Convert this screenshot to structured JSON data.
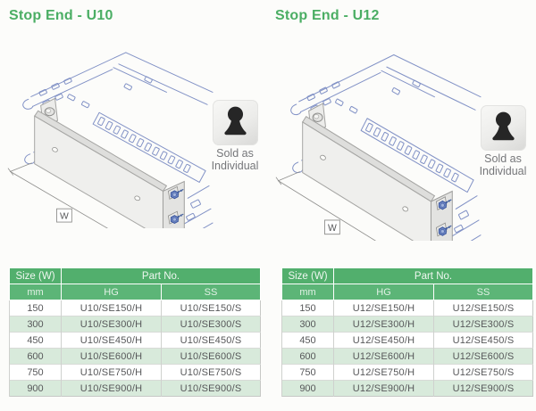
{
  "diagram": {
    "dimension_label": "W"
  },
  "colors": {
    "title_green": "#4BAE64",
    "table_header_green": "#52AF6D",
    "table_subheader_green": "#5CB577",
    "table_stripe_green": "#D8EADB",
    "drawing_line_blue": "#8292C6",
    "text_gray": "#57585A"
  },
  "panels": [
    {
      "title": "Stop End - U10",
      "sold_as": {
        "line1": "Sold as",
        "line2": "Individual"
      },
      "table": {
        "size_header": "Size (W)",
        "size_unit": "mm",
        "part_header": "Part No.",
        "hg_header": "HG",
        "ss_header": "SS",
        "rows": [
          {
            "size": "150",
            "hg": "U10/SE150/H",
            "ss": "U10/SE150/S"
          },
          {
            "size": "300",
            "hg": "U10/SE300/H",
            "ss": "U10/SE300/S"
          },
          {
            "size": "450",
            "hg": "U10/SE450/H",
            "ss": "U10/SE450/S"
          },
          {
            "size": "600",
            "hg": "U10/SE600/H",
            "ss": "U10/SE600/S"
          },
          {
            "size": "750",
            "hg": "U10/SE750/H",
            "ss": "U10/SE750/S"
          },
          {
            "size": "900",
            "hg": "U10/SE900/H",
            "ss": "U10/SE900/S"
          }
        ]
      }
    },
    {
      "title": "Stop End - U12",
      "sold_as": {
        "line1": "Sold as",
        "line2": "Individual"
      },
      "table": {
        "size_header": "Size (W)",
        "size_unit": "mm",
        "part_header": "Part No.",
        "hg_header": "HG",
        "ss_header": "SS",
        "rows": [
          {
            "size": "150",
            "hg": "U12/SE150/H",
            "ss": "U12/SE150/S"
          },
          {
            "size": "300",
            "hg": "U12/SE300/H",
            "ss": "U12/SE300/S"
          },
          {
            "size": "450",
            "hg": "U12/SE450/H",
            "ss": "U12/SE450/S"
          },
          {
            "size": "600",
            "hg": "U12/SE600/H",
            "ss": "U12/SE600/S"
          },
          {
            "size": "750",
            "hg": "U12/SE750/H",
            "ss": "U12/SE750/S"
          },
          {
            "size": "900",
            "hg": "U12/SE900/H",
            "ss": "U12/SE900/S"
          }
        ]
      }
    }
  ]
}
